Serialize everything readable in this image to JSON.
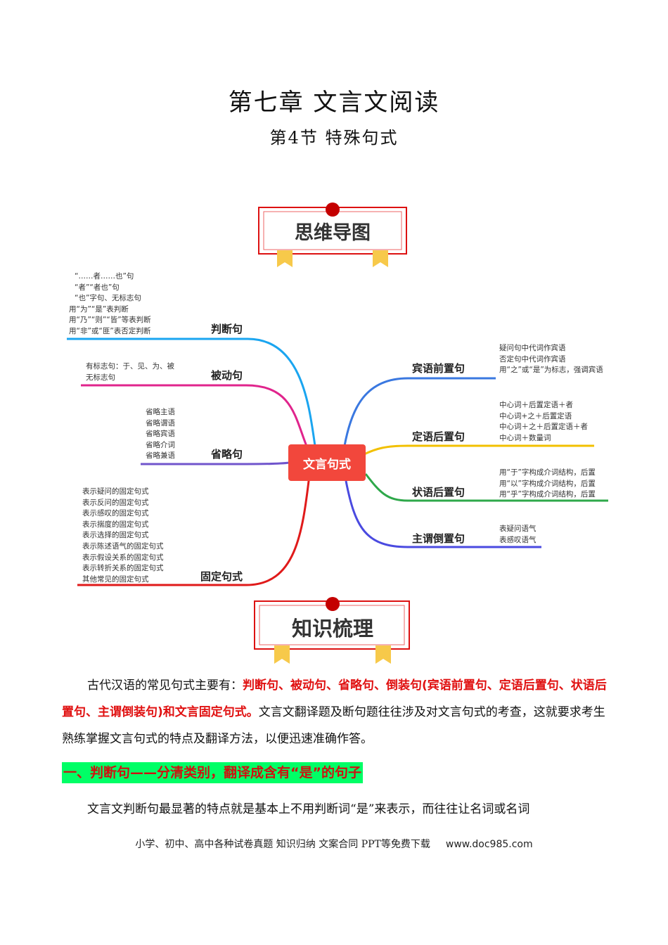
{
  "title": "第七章 文言文阅读",
  "subtitle": "第4节 特殊句式",
  "banner1": "思维导图",
  "banner2": "知识梳理",
  "mindmap": {
    "center": "文言句式",
    "left": [
      {
        "label": "判断句",
        "items": [
          "“……者……也”句",
          "“者”“者也”句",
          "“也”字句、无标志句",
          "用“为”“是”表判断",
          "用“乃”“则”“皆”等表判断",
          "用“非”或“匪”表否定判断"
        ]
      },
      {
        "label": "被动句",
        "items": [
          "有标志句：于、见、为、被",
          "无标志句"
        ]
      },
      {
        "label": "省略句",
        "items": [
          "省略主语",
          "省略谓语",
          "省略宾语",
          "省略介词",
          "省略兼语"
        ]
      },
      {
        "label": "固定句式",
        "items": [
          "表示疑问的固定句式",
          "表示反问的固定句式",
          "表示感叹的固定句式",
          "表示揣度的固定句式",
          "表示选择的固定句式",
          "表示陈述语气的固定句式",
          "表示假设关系的固定句式",
          "表示转折关系的固定句式",
          "其他常见的固定句式"
        ]
      }
    ],
    "right": [
      {
        "label": "宾语前置句",
        "items": [
          "疑问句中代词作宾语",
          "否定句中代词作宾语",
          "用“之”或“是”为标志，强调宾语"
        ]
      },
      {
        "label": "定语后置句",
        "items": [
          "中心词＋后置定语＋者",
          "中心词+之＋后置定语",
          "中心词＋之＋后置定语＋者",
          "中心词＋数量词"
        ]
      },
      {
        "label": "状语后置句",
        "items": [
          "用“于”字构成介词结构，后置",
          "用“以”字构成介词结构，后置",
          "用“乎”字构成介词结构，后置"
        ]
      },
      {
        "label": "主谓倒置句",
        "items": [
          "表疑问语气",
          "表感叹语气"
        ]
      }
    ],
    "colors": [
      "#1aa5f0",
      "#e0248c",
      "#7055cc",
      "#e01a1a",
      "#3a78e0",
      "#f2c000",
      "#2ea84a",
      "#4a4ae0"
    ]
  },
  "intro": {
    "lead": "古代汉语的常见句式主要有：",
    "highlight": "判断句、被动句、省略句、倒装句(宾语前置句、定语后置句、状语后置句、主谓倒装句)和文言固定句式。",
    "rest": "文言文翻译题及断句题往往涉及对文言句式的考查，这就要求考生熟练掌握文言句式的特点及翻译方法，以便迅速准确作答。"
  },
  "section1": {
    "heading": "一、判断句——分清类别，翻译成含有“是”的句子",
    "text": "文言文判断句最显著的特点就是基本上不用判断词“是”来表示，而往往让名词或名词"
  },
  "footer": {
    "text": "小学、初中、高中各种试卷真题 知识归纳 文案合同 PPT等免费下载",
    "url": "www.doc985.com"
  }
}
